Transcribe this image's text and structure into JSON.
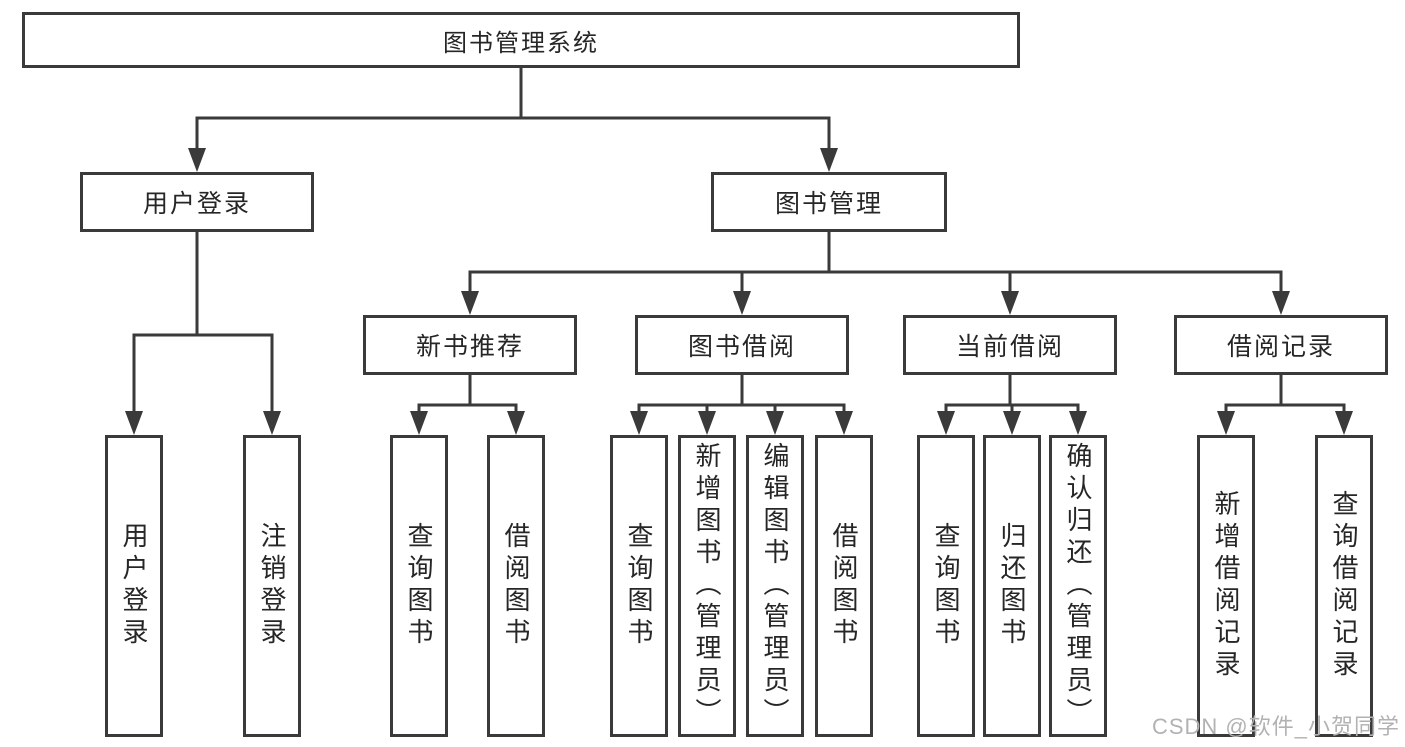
{
  "diagram": {
    "title": "图书管理系统",
    "root": {
      "label": "图书管理系统"
    },
    "level2": [
      {
        "label": "用户登录"
      },
      {
        "label": "图书管理"
      }
    ],
    "level3": [
      {
        "label": "新书推荐",
        "parent": "图书管理"
      },
      {
        "label": "图书借阅",
        "parent": "图书管理"
      },
      {
        "label": "当前借阅",
        "parent": "图书管理"
      },
      {
        "label": "借阅记录",
        "parent": "图书管理"
      }
    ],
    "leaves": [
      {
        "label": "用户登录",
        "parent": "用户登录"
      },
      {
        "label": "注销登录",
        "parent": "用户登录"
      },
      {
        "label": "查询图书",
        "parent": "新书推荐"
      },
      {
        "label": "借阅图书",
        "parent": "新书推荐"
      },
      {
        "label": "查询图书",
        "parent": "图书借阅"
      },
      {
        "label": "新增图书（管理员）",
        "parent": "图书借阅"
      },
      {
        "label": "编辑图书（管理员）",
        "parent": "图书借阅"
      },
      {
        "label": "借阅图书",
        "parent": "图书借阅"
      },
      {
        "label": "查询图书",
        "parent": "当前借阅"
      },
      {
        "label": "归还图书",
        "parent": "当前借阅"
      },
      {
        "label": "确认归还（管理员）",
        "parent": "当前借阅"
      },
      {
        "label": "新增借阅记录",
        "parent": "借阅记录"
      },
      {
        "label": "查询借阅记录",
        "parent": "借阅记录"
      }
    ]
  },
  "watermark": {
    "text": "CSDN @软件_小贺同学"
  },
  "colors": {
    "line": "#3a3a3a",
    "text": "#262626",
    "background": "#ffffff",
    "watermark": "#b2b2b2"
  }
}
